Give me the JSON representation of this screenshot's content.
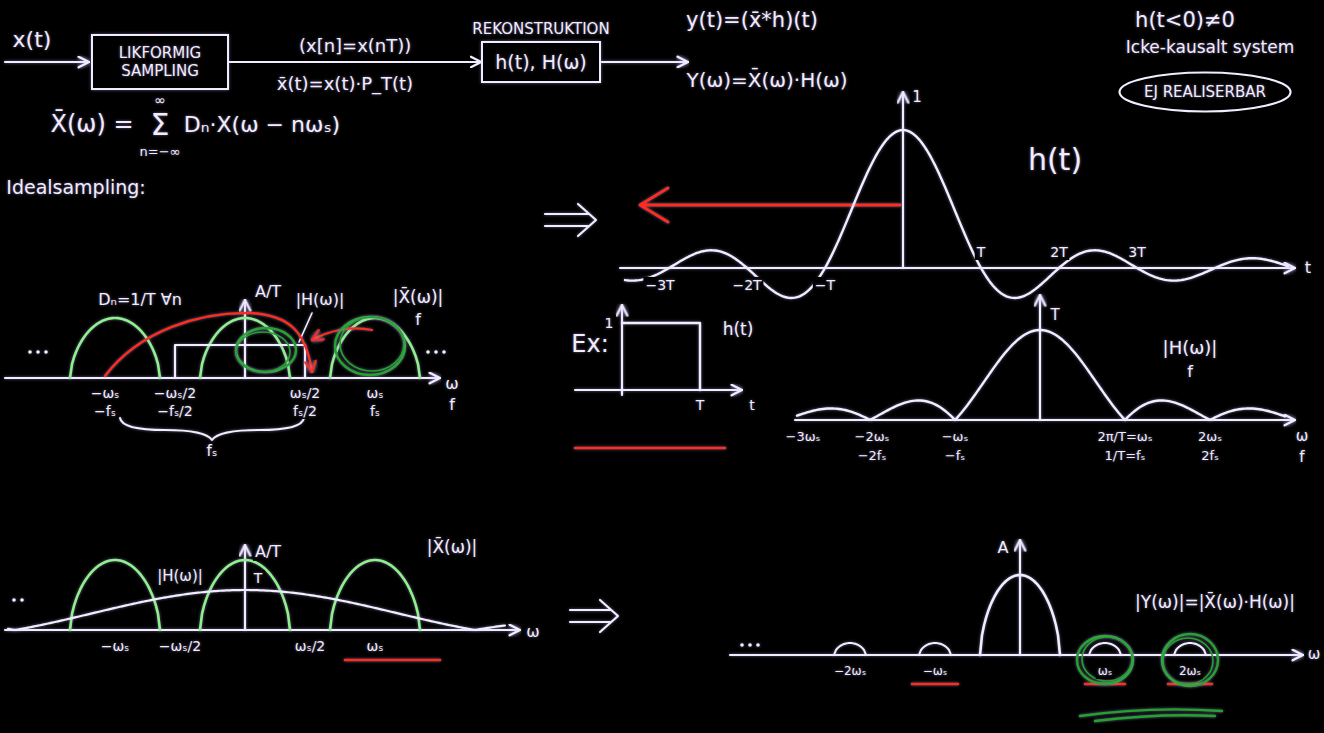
{
  "diagram": {
    "nodes": [
      {
        "text": [
          "LIKFORMIG SAMPLING"
        ]
      },
      {
        "text": [
          "REKONSTRUKTION",
          "h(t), H(ω)"
        ]
      },
      {
        "text": [
          "EJ REALISERBAR"
        ]
      }
    ],
    "edges": [
      {
        "from": 0,
        "to": 1,
        "arrow": "to",
        "label": "(x[n]=x(nT))"
      }
    ],
    "labels": [
      "x(t)",
      "x̄(t)=x(t)·P_T(t)",
      "y(t)=(x̄*h)(t)",
      "Y(ω)=X̄(ω)·H(ω)",
      "h(t<0)≠0",
      "Icke-kausalt system",
      "X̄(ω) =",
      "Σ",
      "∞",
      "n=−∞",
      "Dₙ·X(ω − nωₛ)",
      "Idealsampling:",
      "Dₙ=1/T ∀n",
      "A/T",
      "|H(ω)|",
      "|X̄(ω)|",
      "f",
      "−ωₛ",
      "−fₛ",
      "−ωₛ/2",
      "−fₛ/2",
      "ωₛ/2",
      "fₛ/2",
      "ωₛ",
      "fₛ",
      "ω",
      "f",
      "fₛ",
      "1",
      "h(t)",
      "−3T",
      "−2T",
      "−T",
      "T",
      "2T",
      "3T",
      "t",
      "Ex:",
      "1",
      "h(t)",
      "T",
      "t",
      "T",
      "|H(ω)|",
      "f",
      "−3ωₛ",
      "−2ωₛ",
      "−2fₛ",
      "−ωₛ",
      "−fₛ",
      "2π/T=ωₛ",
      "1/T=fₛ",
      "2ωₛ",
      "2fₛ",
      "ω",
      "f",
      "A/T",
      "T",
      "|H(ω)|",
      "|X̄(ω)|",
      "−ωₛ",
      "−ωₛ/2",
      "ωₛ/2",
      "ωₛ",
      "ω",
      "A",
      "|Y(ω)|=|X̄(ω)·H(ω)|",
      "−2ωₛ",
      "−ωₛ",
      "ωₛ",
      "2ωₛ",
      "ω"
    ]
  }
}
